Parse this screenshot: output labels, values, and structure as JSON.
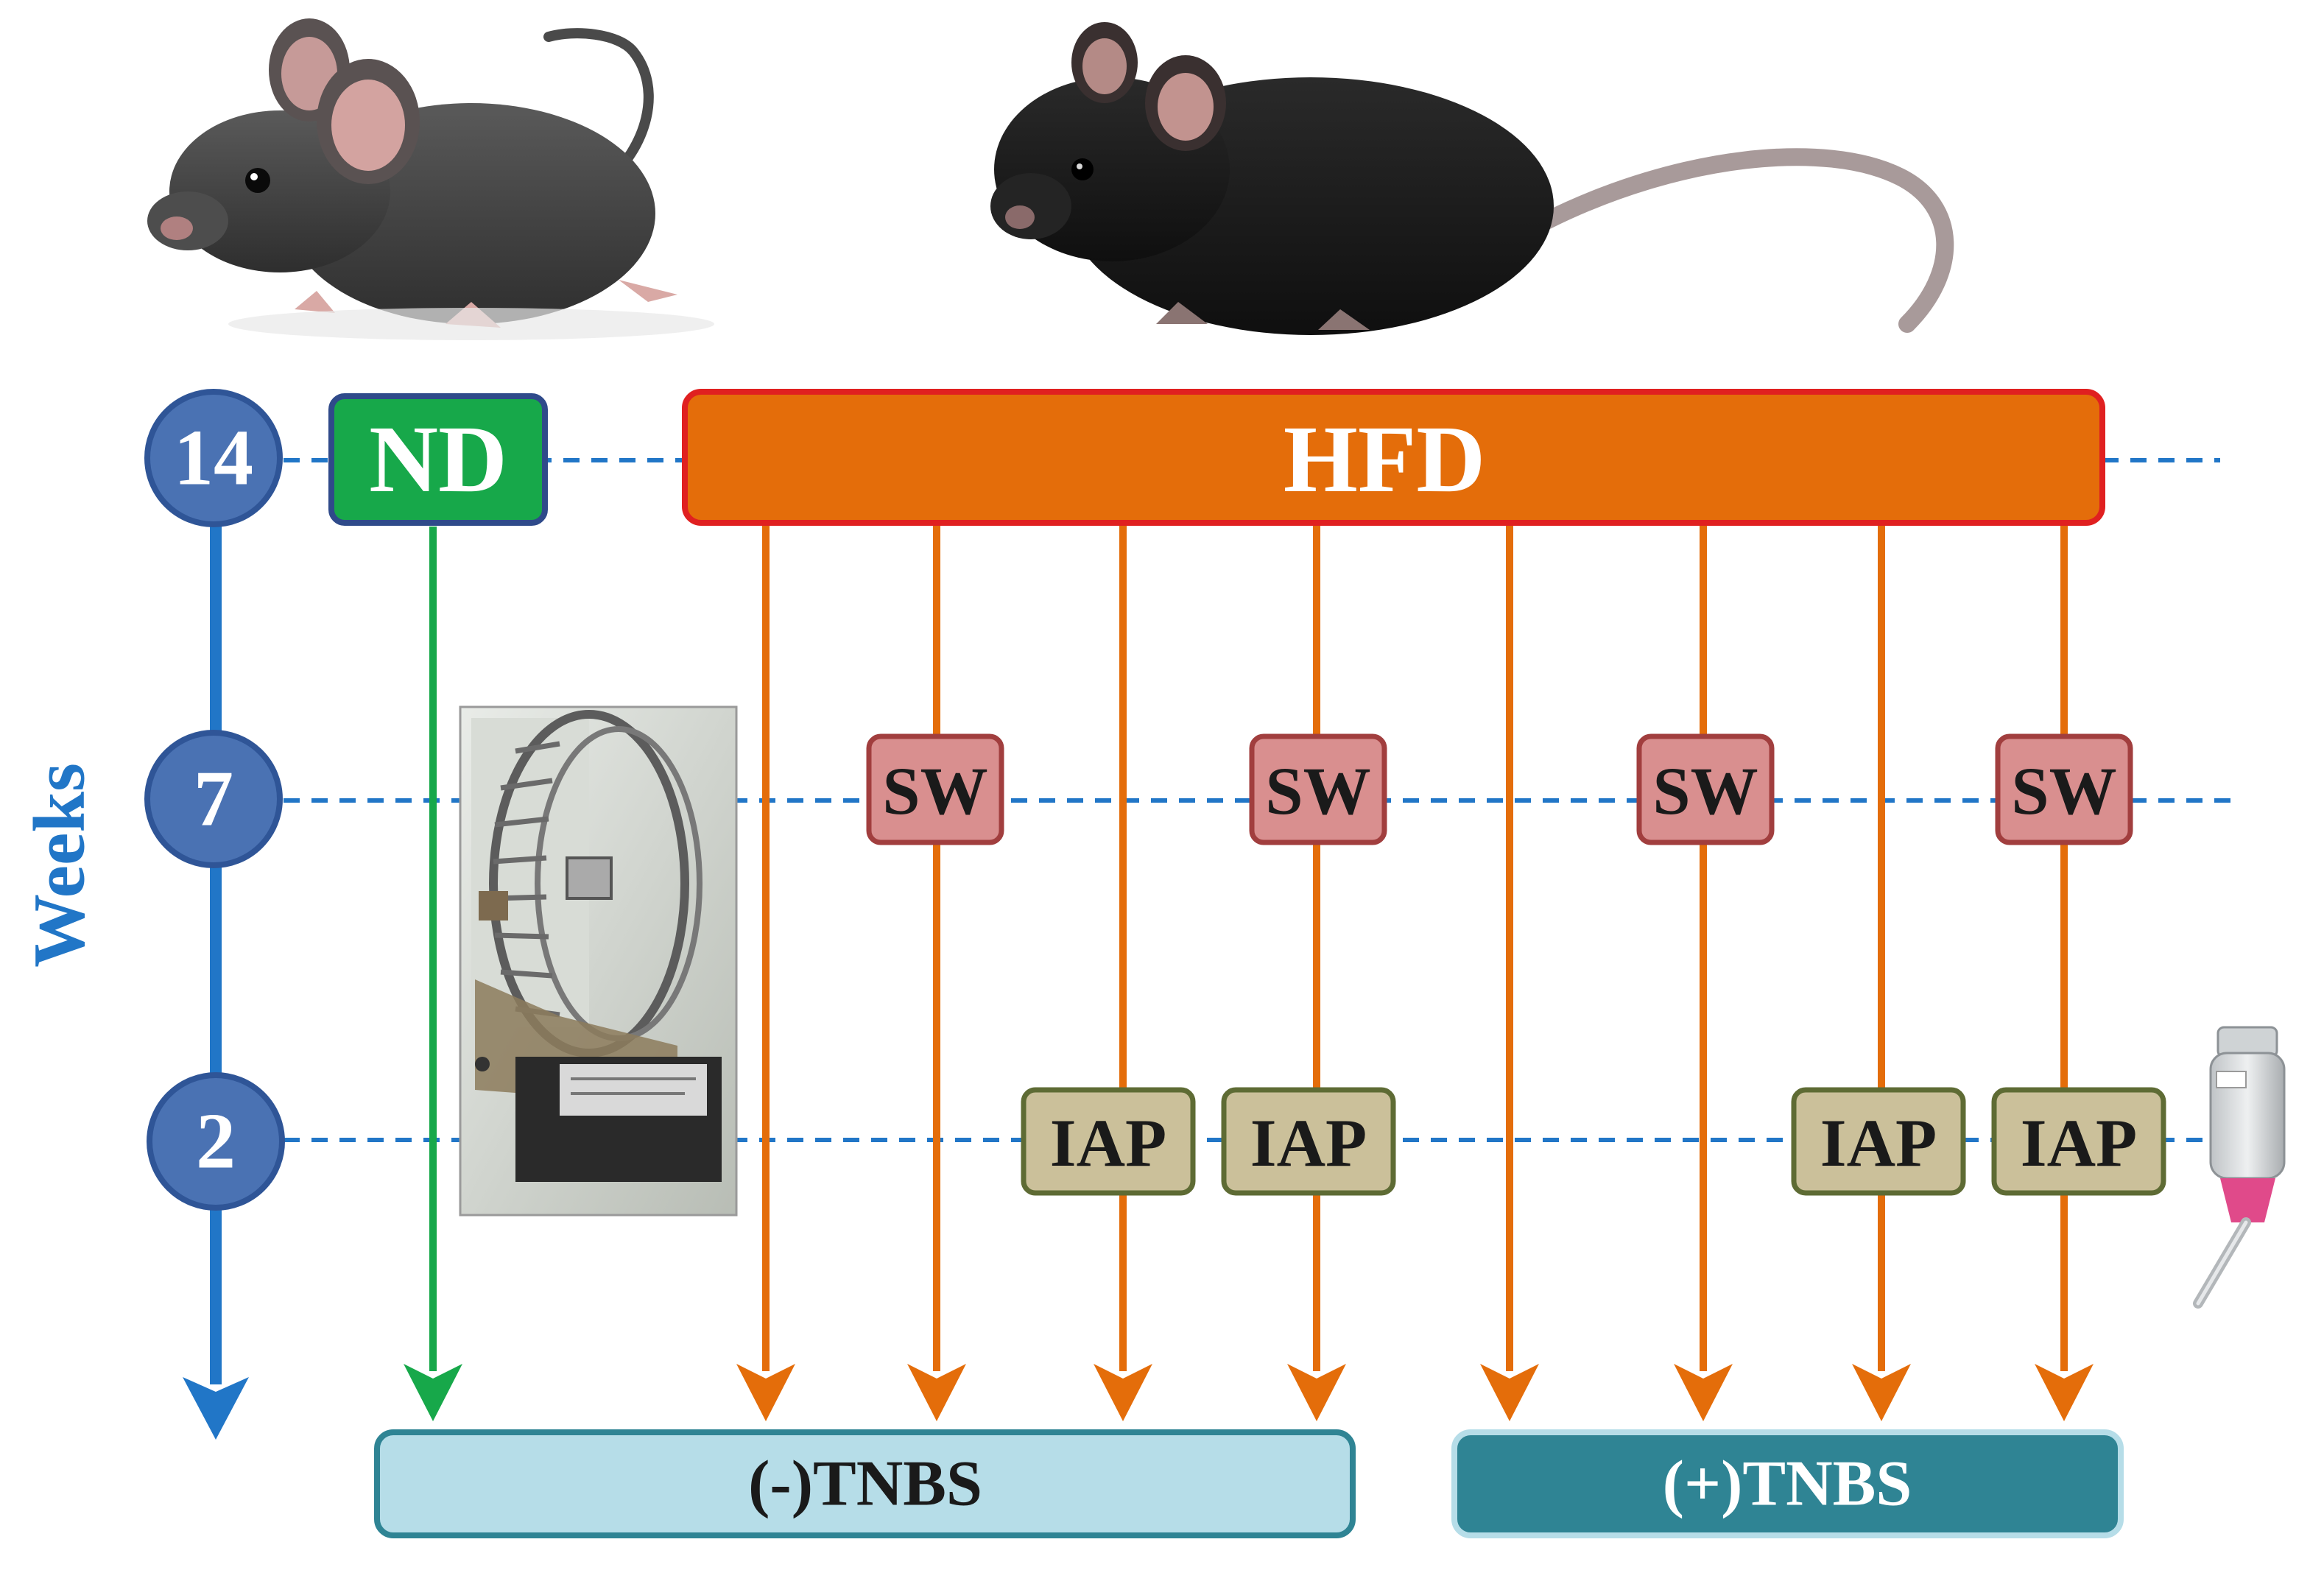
{
  "timeline": {
    "axis_label": "Weeks",
    "ticks": [
      "14",
      "7",
      "2"
    ]
  },
  "diets": {
    "nd_label": "ND",
    "hfd_label": "HFD"
  },
  "treatments": {
    "sw_label": "SW",
    "iap_label": "IAP"
  },
  "outcomes": {
    "minus_label": "(-)TNBS",
    "plus_label": "(+)TNBS"
  },
  "colors": {
    "timeline_blue": "#2176c7",
    "circle_fill": "#4a72b3",
    "nd_green": "#17a84a",
    "hfd_orange": "#e46d0a",
    "hfd_border": "#e02020",
    "sw_fill": "#d98f8f",
    "sw_border": "#a13e3e",
    "iap_fill": "#cbc09a",
    "iap_border": "#5e6b34",
    "minus_fill": "#b6dde8",
    "plus_fill": "#2f8494"
  },
  "icons": [
    "mouse-icon",
    "obese-mouse-icon",
    "running-wheel-icon",
    "water-bottle-icon"
  ]
}
